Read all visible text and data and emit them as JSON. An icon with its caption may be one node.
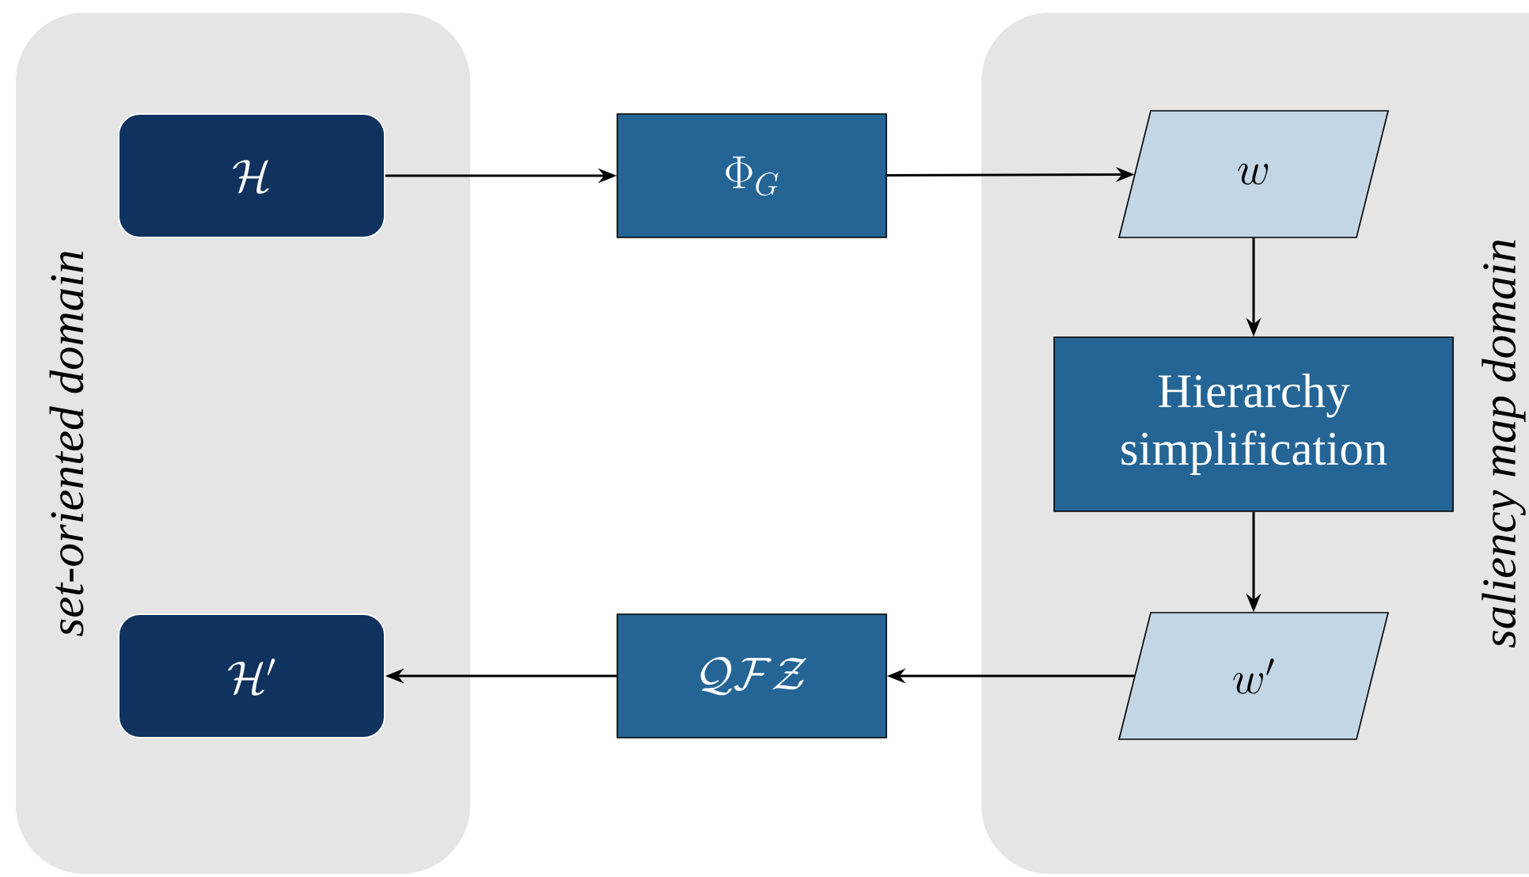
{
  "diagram": {
    "nodes": [
      {
        "text": [
          "set-oriented domain"
        ]
      },
      {
        "text": [
          "saliency map domain"
        ]
      },
      {
        "text": [
          "\\mathcal{H}"
        ],
        "in": 0
      },
      {
        "text": [
          "\\Phi_G"
        ]
      },
      {
        "text": [
          "w"
        ],
        "in": 1
      },
      {
        "text": [
          "Hierarchy simplification"
        ],
        "in": 1
      },
      {
        "text": [
          "w'"
        ],
        "in": 1
      },
      {
        "text": [
          "\\mathcal{Q}\\mathcal{F}\\mathcal{Z}"
        ]
      },
      {
        "text": [
          "\\mathcal{H}'"
        ],
        "in": 0
      }
    ],
    "edges": [
      {
        "from": 2,
        "to": 3,
        "arrow": "to"
      },
      {
        "from": 3,
        "to": 4,
        "arrow": "to"
      },
      {
        "from": 4,
        "to": 5,
        "arrow": "to"
      },
      {
        "from": 5,
        "to": 6,
        "arrow": "to"
      },
      {
        "from": 6,
        "to": 7,
        "arrow": "to"
      },
      {
        "from": 7,
        "to": 8,
        "arrow": "to"
      }
    ]
  }
}
